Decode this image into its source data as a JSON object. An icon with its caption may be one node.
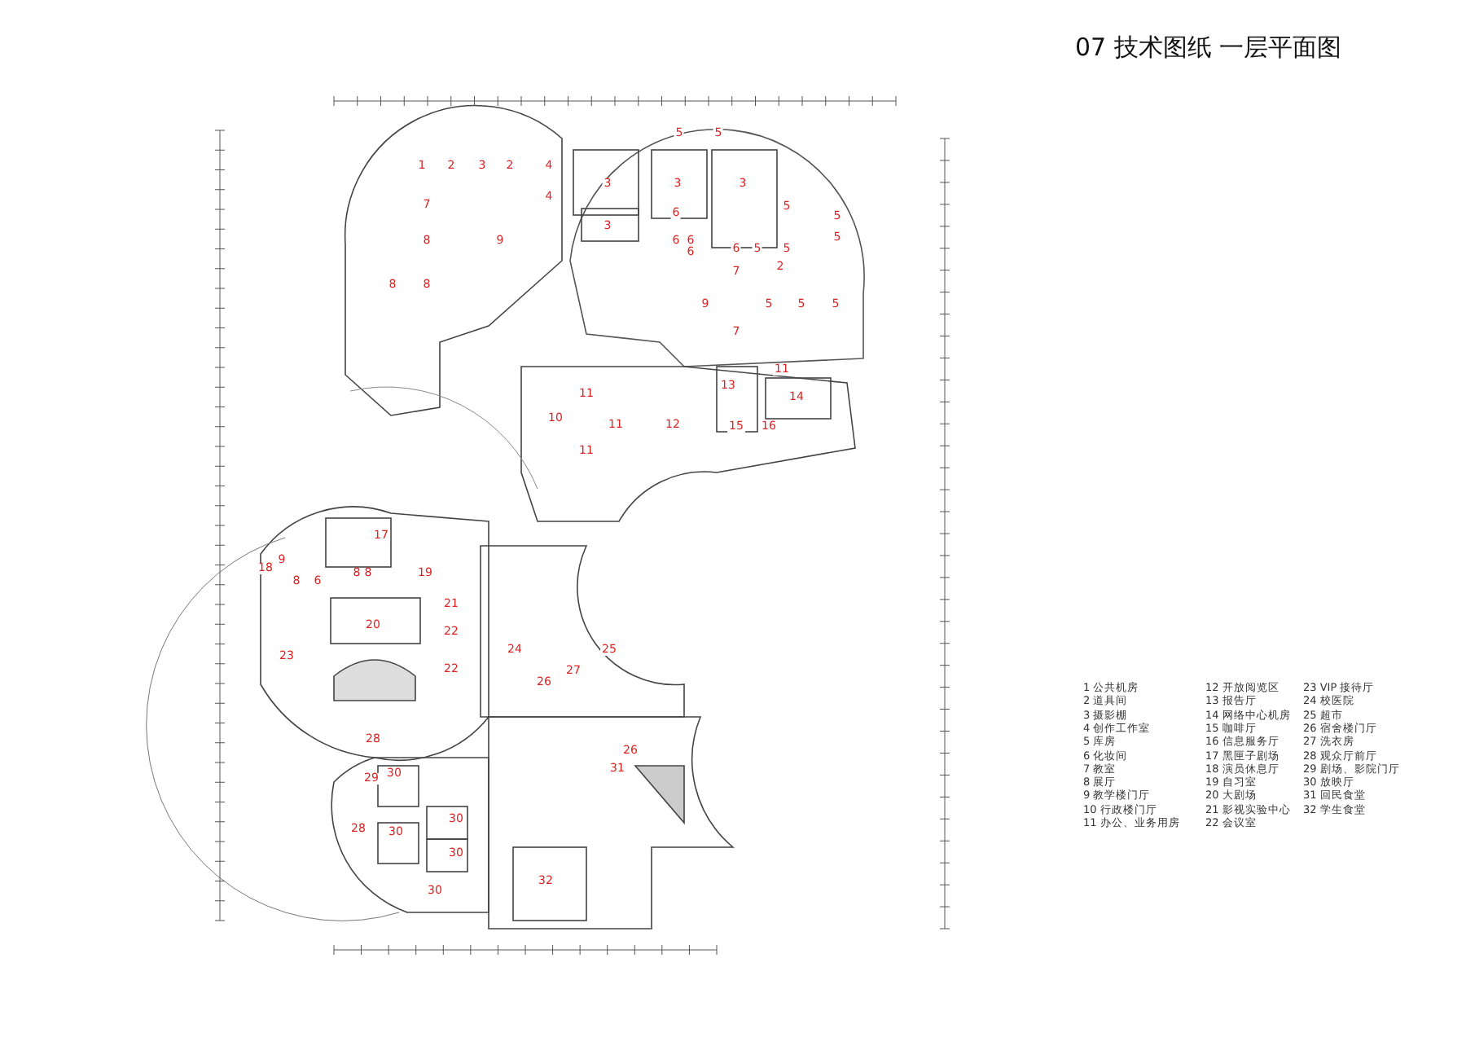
{
  "diagram": {
    "title": "07 技术图纸 一层平面图",
    "labels": [
      "5",
      "5",
      "1",
      "2",
      "3",
      "2",
      "4",
      "3",
      "3",
      "3",
      "4",
      "7",
      "5",
      "6",
      "5",
      "3",
      "8",
      "9",
      "6",
      "6",
      "5",
      "6",
      "6",
      "5",
      "5",
      "2",
      "7",
      "8",
      "8",
      "9",
      "5",
      "5",
      "5",
      "7",
      "11",
      "13",
      "11",
      "14",
      "10",
      "11",
      "12",
      "15",
      "16",
      "11",
      "17",
      "9",
      "18",
      "8",
      "8",
      "19",
      "8",
      "6",
      "21",
      "20",
      "22",
      "24",
      "25",
      "23",
      "22",
      "27",
      "26",
      "28",
      "26",
      "30",
      "31",
      "29",
      "30",
      "28",
      "30",
      "30",
      "32",
      "30",
      "1 公共机房",
      "2 道具间",
      "3 摄影棚",
      "4 创作工作室",
      "5 库房",
      "6 化妆间",
      "7 教室",
      "8 展厅",
      "9 教学楼门厅",
      "10 行政楼门厅",
      "11 办公、业务用房",
      "12 开放阅览区",
      "13 报告厅",
      "14 网络中心机房",
      "15 咖啡厅",
      "16 信息服务厅",
      "17 黑匣子剧场",
      "18 演员休息厅",
      "19 自习室",
      "20 大剧场",
      "21 影视实验中心",
      "22 会议室",
      "23 VIP 接待厅",
      "24 校医院",
      "25 超市",
      "26 宿舍楼门厅",
      "27 洗衣房",
      "28 观众厅前厅",
      "29 剧场、影院门厅",
      "30 放映厅",
      "31 回民食堂",
      "32 学生食堂"
    ]
  }
}
